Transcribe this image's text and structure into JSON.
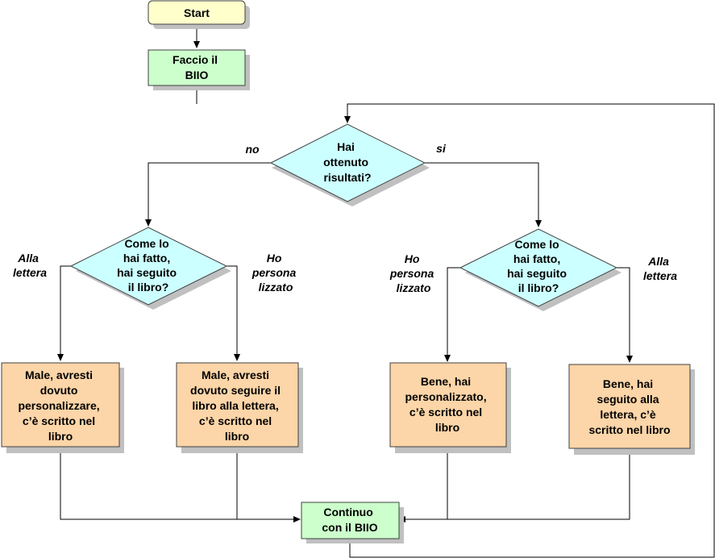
{
  "nodes": {
    "start": {
      "lines": [
        "Start"
      ],
      "fill": "#ffffcc"
    },
    "faccio": {
      "lines": [
        "Faccio il",
        "BIIO"
      ],
      "fill": "#ccffcc"
    },
    "q_risultati": {
      "lines": [
        "Hai",
        "ottenuto",
        "risultati?"
      ],
      "fill": "#ccffff"
    },
    "q_left": {
      "lines": [
        "Come lo",
        "hai fatto,",
        "hai seguito",
        "il libro?"
      ],
      "fill": "#ccffff"
    },
    "q_right": {
      "lines": [
        "Come lo",
        "hai fatto,",
        "hai seguito",
        "il libro?"
      ],
      "fill": "#ccffff"
    },
    "box1": {
      "lines": [
        "Male, avresti",
        "dovuto",
        "personalizzare,",
        "c’è scritto nel",
        "libro"
      ],
      "fill": "#fcd5a8"
    },
    "box2": {
      "lines": [
        "Male, avresti",
        "dovuto seguire il",
        "libro alla lettera,",
        "c’è scritto nel",
        "libro"
      ],
      "fill": "#fcd5a8"
    },
    "box3": {
      "lines": [
        "Bene, hai",
        "personalizzato,",
        "c’è scritto nel",
        "libro"
      ],
      "fill": "#fcd5a8"
    },
    "box4": {
      "lines": [
        "Bene, hai",
        "seguito alla",
        "lettera, c’è",
        "scritto nel libro"
      ],
      "fill": "#fcd5a8"
    },
    "continuo": {
      "lines": [
        "Continuo",
        "con il BIIO"
      ],
      "fill": "#ccffcc"
    }
  },
  "edge_labels": {
    "no": {
      "lines": [
        "no"
      ]
    },
    "si": {
      "lines": [
        "si"
      ]
    },
    "left_alla": {
      "lines": [
        "Alla",
        "lettera"
      ]
    },
    "left_ho": {
      "lines": [
        "Ho",
        "persona",
        "lizzato"
      ]
    },
    "right_ho": {
      "lines": [
        "Ho",
        "persona",
        "lizzato"
      ]
    },
    "right_alla": {
      "lines": [
        "Alla",
        "lettera"
      ]
    }
  },
  "colors": {
    "line": "#000000",
    "shadow": "#c0c0c0",
    "border": "#404040"
  }
}
